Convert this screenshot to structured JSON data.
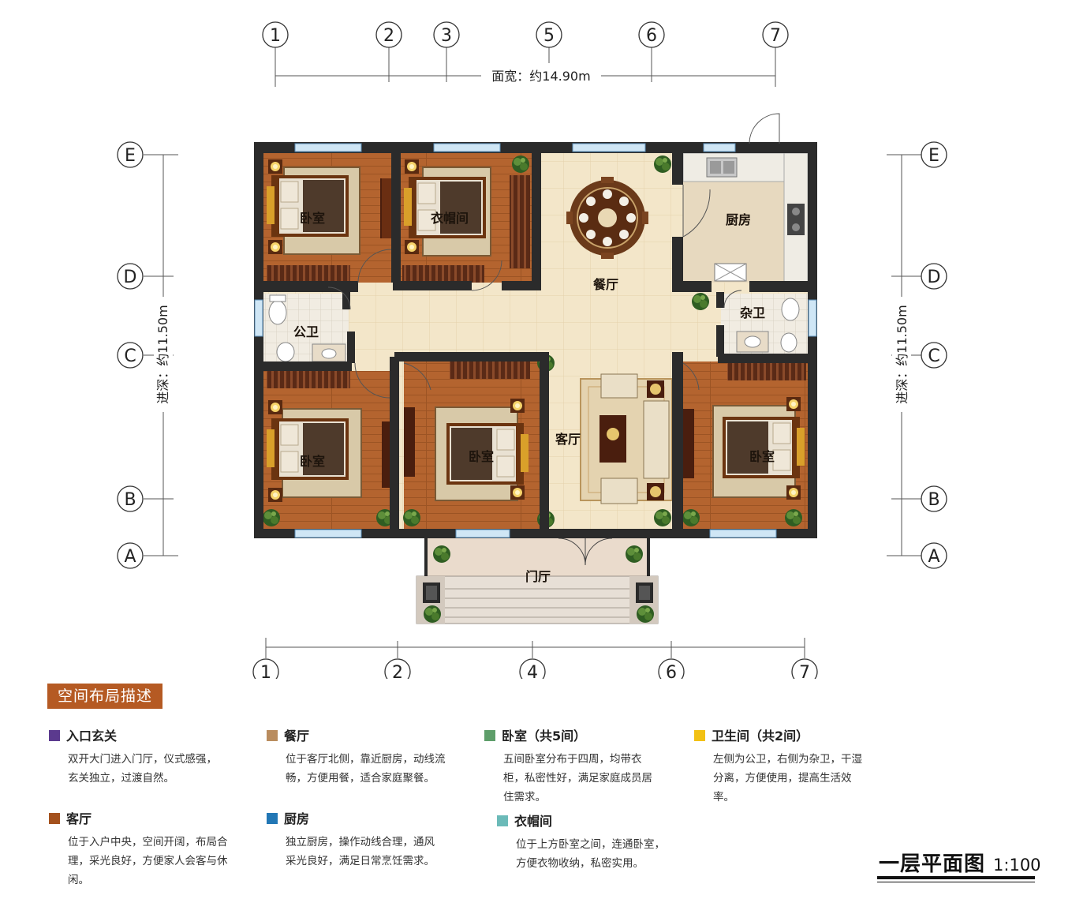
{
  "axes": {
    "top": [
      "1",
      "2",
      "3",
      "5",
      "6",
      "7"
    ],
    "bottom": [
      "1",
      "2",
      "4",
      "6",
      "7"
    ],
    "left": [
      "E",
      "D",
      "C",
      "B",
      "A"
    ],
    "right": [
      "E",
      "D",
      "C",
      "B",
      "A"
    ]
  },
  "dimensions": {
    "width_label": "面宽：约14.90m",
    "depth_label": "进深：约11.50m"
  },
  "rooms": {
    "bedroom_tl": "卧室",
    "cloakroom": "衣帽间",
    "dining": "餐厅",
    "kitchen": "厨房",
    "public_wc": "公卫",
    "utility_wc": "杂卫",
    "bedroom_bl": "卧室",
    "bedroom_bc": "卧室",
    "living": "客厅",
    "bedroom_br": "卧室",
    "foyer": "门厅"
  },
  "legend": {
    "header": "空间布局描述",
    "items": [
      {
        "title": "入口玄关",
        "color": "#5b3a8e",
        "desc": "双开大门进入门厅，仪式感强，玄关独立，过渡自然。"
      },
      {
        "title": "餐厅",
        "color": "#b98c5e",
        "desc": "位于客厅北侧，靠近厨房，动线流畅，方便用餐，适合家庭聚餐。"
      },
      {
        "title": "卧室（共5间）",
        "color": "#5e9e6a",
        "desc": "五间卧室分布于四周，均带衣柜，私密性好，满足家庭成员居住需求。"
      },
      {
        "title": "卫生间（共2间）",
        "color": "#f2c114",
        "desc": "左侧为公卫，右侧为杂卫，干湿分离，方便使用，提高生活效率。"
      },
      {
        "title": "客厅",
        "color": "#a4511d",
        "desc": "位于入户中央，空间开阔，布局合理，采光良好，方便家人会客与休闲。"
      },
      {
        "title": "厨房",
        "color": "#2277b5",
        "desc": "独立厨房，操作动线合理，通风采光良好，满足日常烹饪需求。"
      },
      {
        "title": "衣帽间",
        "color": "#6bbab8",
        "desc": "位于上方卧室之间，连通卧室，方便衣物收纳，私密实用。"
      }
    ]
  },
  "scale": {
    "title": "一层平面图",
    "ratio": "1:100"
  }
}
